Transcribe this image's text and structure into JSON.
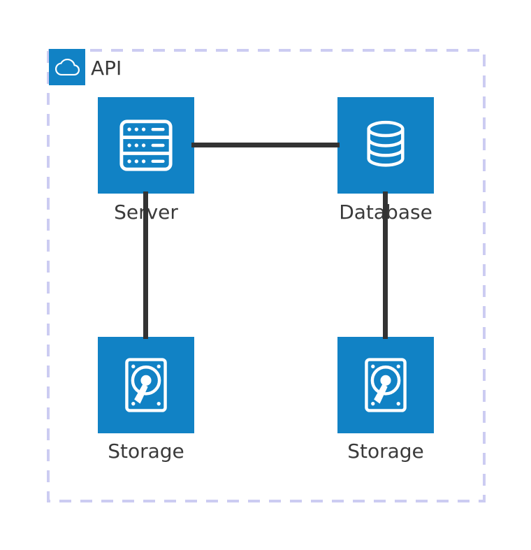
{
  "diagram": {
    "group": {
      "label": "API",
      "icon": "cloud-icon",
      "border_style": "dashed"
    },
    "nodes": [
      {
        "label": "Server",
        "icon": "server-icon"
      },
      {
        "label": "Database",
        "icon": "database-icon"
      },
      {
        "label": "Storage",
        "icon": "hard-disk-icon"
      },
      {
        "label": "Storage",
        "icon": "hard-disk-icon"
      }
    ],
    "edges": [
      {
        "from": "Server",
        "to": "Database"
      },
      {
        "from": "Server",
        "to": "Storage (left)"
      },
      {
        "from": "Database",
        "to": "Storage (right)"
      }
    ],
    "colors": {
      "node_fill": "#1182C5",
      "icon_stroke": "#FFFFFF",
      "connector": "#333333",
      "label_text": "#3A3A3A",
      "group_border": "#CCCCF2",
      "background": "#FFFFFF"
    }
  }
}
